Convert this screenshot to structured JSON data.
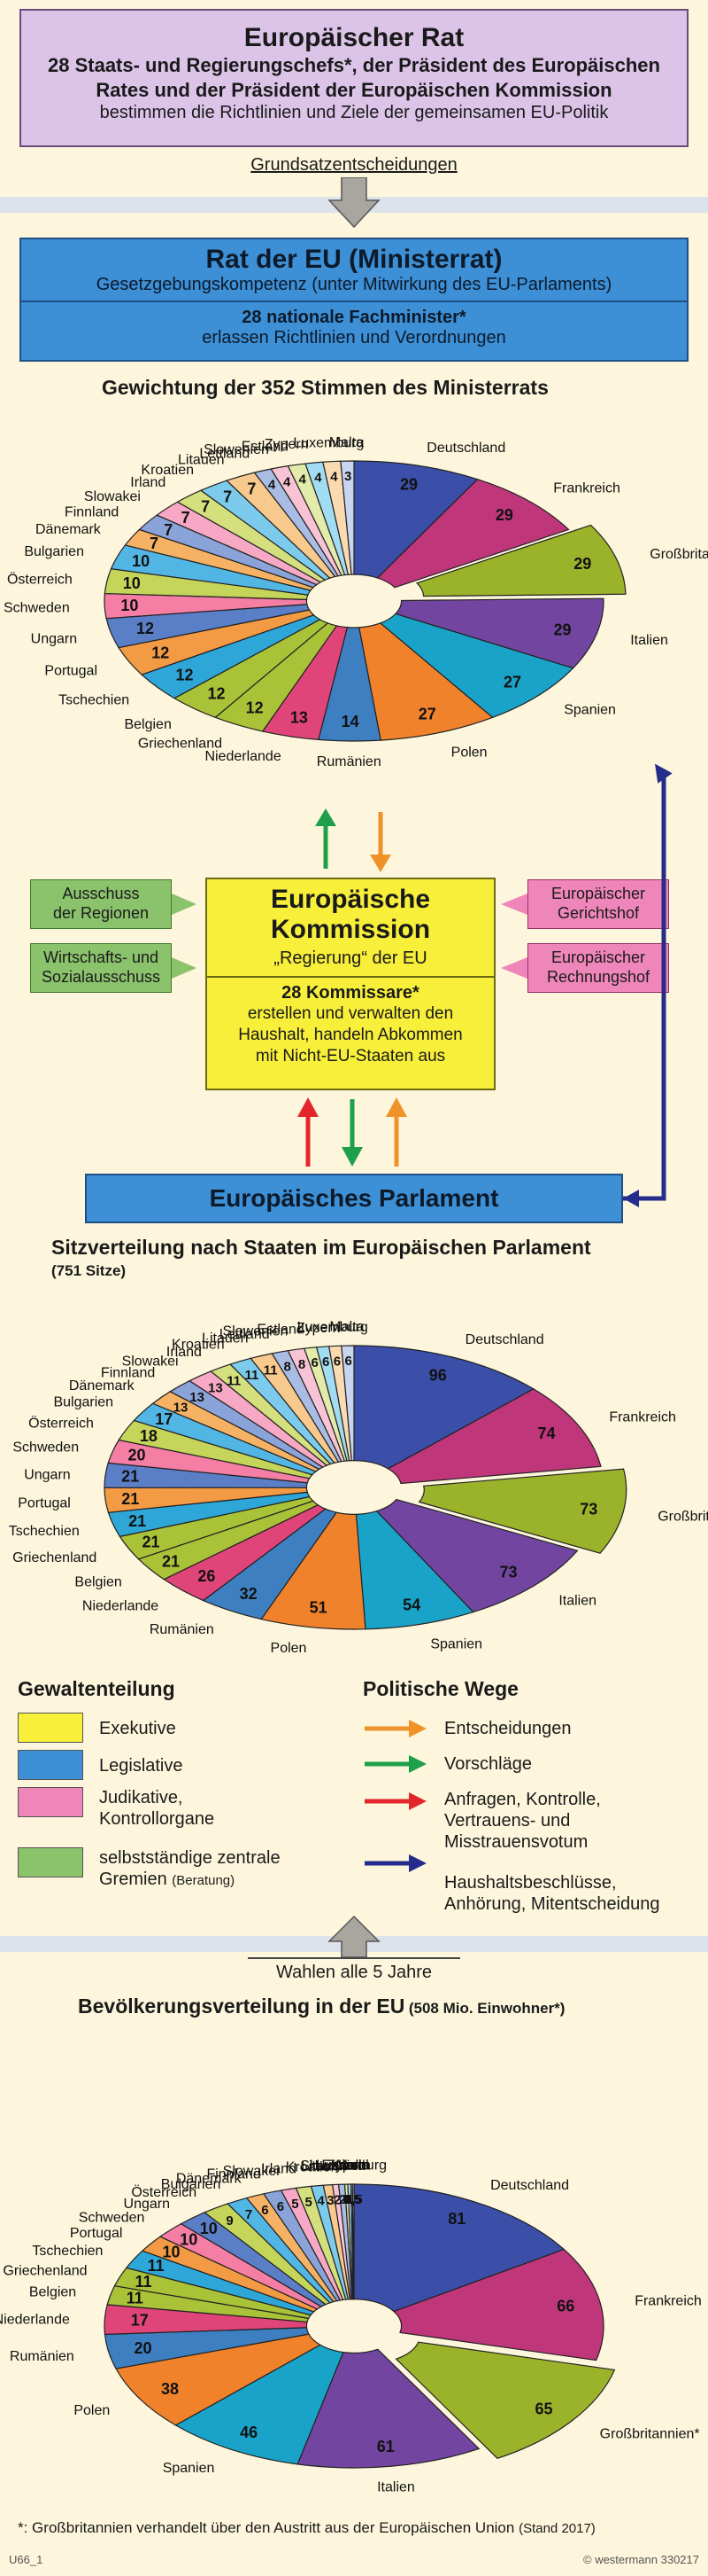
{
  "council": {
    "title": "Europäischer Rat",
    "line1": "28 Staats- und Regierungschefs*, der Präsident des Europäischen",
    "line2": "Rates und der Präsident der Europäischen Kommission",
    "line3": "bestimmen die Richtlinien und Ziele der gemeinsamen EU-Politik"
  },
  "arrow1_label": "Grundsatzentscheidungen",
  "ministerrat": {
    "title": "Rat der EU (Ministerrat)",
    "line1": "Gesetzgebungskompetenz (unter Mitwirkung des EU-Parlaments)",
    "line2": "28 nationale Fachminister*",
    "line3": "erlassen Richtlinien und Verordnungen"
  },
  "pie1_title": "Gewichtung der 352 Stimmen des Ministerrats",
  "commission": {
    "title1": "Europäische",
    "title2": "Kommission",
    "subtitle": "„Regierung“ der EU",
    "line1": "28 Kommissare*",
    "line2": "erstellen und verwalten den",
    "line3": "Haushalt, handeln Abkommen",
    "line4": "mit Nicht-EU-Staaten aus"
  },
  "side_boxes": {
    "ausschuss1": "Ausschuss",
    "ausschuss2": "der Regionen",
    "wirtschaft1": "Wirtschafts- und",
    "wirtschaft2": "Sozialausschuss",
    "gericht1": "Europäischer",
    "gericht2": "Gerichtshof",
    "rechnung1": "Europäischer",
    "rechnung2": "Rechnungshof"
  },
  "parlament": "Europäisches Parlament",
  "pie2_title": "Sitzverteilung nach Staaten im Europäischen Parlament",
  "pie2_subtitle": "(751 Sitze)",
  "legend": {
    "left_title": "Gewaltenteilung",
    "right_title": "Politische Wege",
    "exekutive": "Exekutive",
    "legislative": "Legislative",
    "judikative1": "Judikative,",
    "judikative2": "Kontrollorgane",
    "gremien1": "selbstständige zentrale",
    "gremien2": "Gremien",
    "gremien3": "(Beratung)",
    "entscheidungen": "Entscheidungen",
    "vorschlaege": "Vorschläge",
    "anfragen1": "Anfragen, Kontrolle,",
    "anfragen2": "Vertrauens- und",
    "anfragen3": "Misstrauensvotum",
    "haushalt1": "Haushaltsbeschlüsse,",
    "haushalt2": "Anhörung, Mitentscheidung",
    "colors": {
      "exekutive": "#f7ef3a",
      "legislative": "#3d8fd6",
      "judikative": "#ef86b9",
      "gremien": "#8bc26c",
      "entscheidungen": "#f0922a",
      "vorschlaege": "#1ea04a",
      "anfragen": "#e3262b",
      "haushalt": "#242c8c"
    }
  },
  "arrow_bottom_label": "Wahlen alle 5 Jahre",
  "pie3_title": "Bevölkerungsverteilung in der EU",
  "pie3_subtitle": "(508 Mio. Einwohner*)",
  "footnote_main": "*: Großbritannien verhandelt über den Austritt aus der Europäischen Union",
  "footnote_stand": "(Stand 2017)",
  "footer_left": "U66_1",
  "footer_right": "© westermann 330217",
  "chart_data": [
    {
      "type": "pie",
      "title": "Gewichtung der 352 Stimmen des Ministerrats",
      "categories": [
        "Deutschland",
        "Frankreich",
        "Großbritannien*",
        "Italien",
        "Spanien",
        "Polen",
        "Rumänien",
        "Niederlande",
        "Griechenland",
        "Belgien",
        "Tschechien",
        "Portugal",
        "Ungarn",
        "Schweden",
        "Österreich",
        "Bulgarien",
        "Dänemark",
        "Finnland",
        "Slowakei",
        "Irland",
        "Kroatien",
        "Litauen",
        "Lettland",
        "Slowenien",
        "Estland",
        "Zypern",
        "Luxemburg",
        "Malta"
      ],
      "values": [
        29,
        29,
        29,
        29,
        27,
        27,
        14,
        13,
        12,
        12,
        12,
        12,
        12,
        10,
        10,
        10,
        7,
        7,
        7,
        7,
        7,
        7,
        4,
        4,
        4,
        4,
        4,
        3
      ]
    },
    {
      "type": "pie",
      "title": "Sitzverteilung nach Staaten im Europäischen Parlament",
      "categories": [
        "Deutschland",
        "Frankreich",
        "Großbritannien*",
        "Italien",
        "Spanien",
        "Polen",
        "Rumänien",
        "Niederlande",
        "Belgien",
        "Griechenland",
        "Tschechien",
        "Portugal",
        "Ungarn",
        "Schweden",
        "Österreich",
        "Bulgarien",
        "Dänemark",
        "Finnland",
        "Slowakei",
        "Irland",
        "Kroatien",
        "Litauen",
        "Lettland",
        "Slowenien",
        "Estland",
        "Zypern",
        "Luxemburg",
        "Malta"
      ],
      "values": [
        96,
        74,
        73,
        73,
        54,
        51,
        32,
        26,
        21,
        21,
        21,
        21,
        21,
        20,
        18,
        17,
        13,
        13,
        13,
        11,
        11,
        11,
        8,
        8,
        6,
        6,
        6,
        6
      ]
    },
    {
      "type": "pie",
      "title": "Bevölkerungsverteilung in der EU (508 Mio. Einwohner*)",
      "categories": [
        "Deutschland",
        "Frankreich",
        "Großbritannien*",
        "Italien",
        "Spanien",
        "Polen",
        "Rumänien",
        "Niederlande",
        "Belgien",
        "Griechenland",
        "Tschechien",
        "Portugal",
        "Schweden",
        "Ungarn",
        "Österreich",
        "Bulgarien",
        "Dänemark",
        "Finnland",
        "Slowakei",
        "Irland",
        "Kroatien",
        "Litauen",
        "Slowenien",
        "Lettland",
        "Estland",
        "Zypern",
        "Luxemburg",
        "Malta"
      ],
      "values": [
        81,
        66,
        65,
        61,
        46,
        38,
        20,
        17,
        11,
        11,
        11,
        10,
        10,
        10,
        9,
        7,
        6,
        6,
        5,
        5,
        4,
        3,
        2,
        2,
        1,
        1,
        0.5,
        0.5
      ]
    }
  ]
}
